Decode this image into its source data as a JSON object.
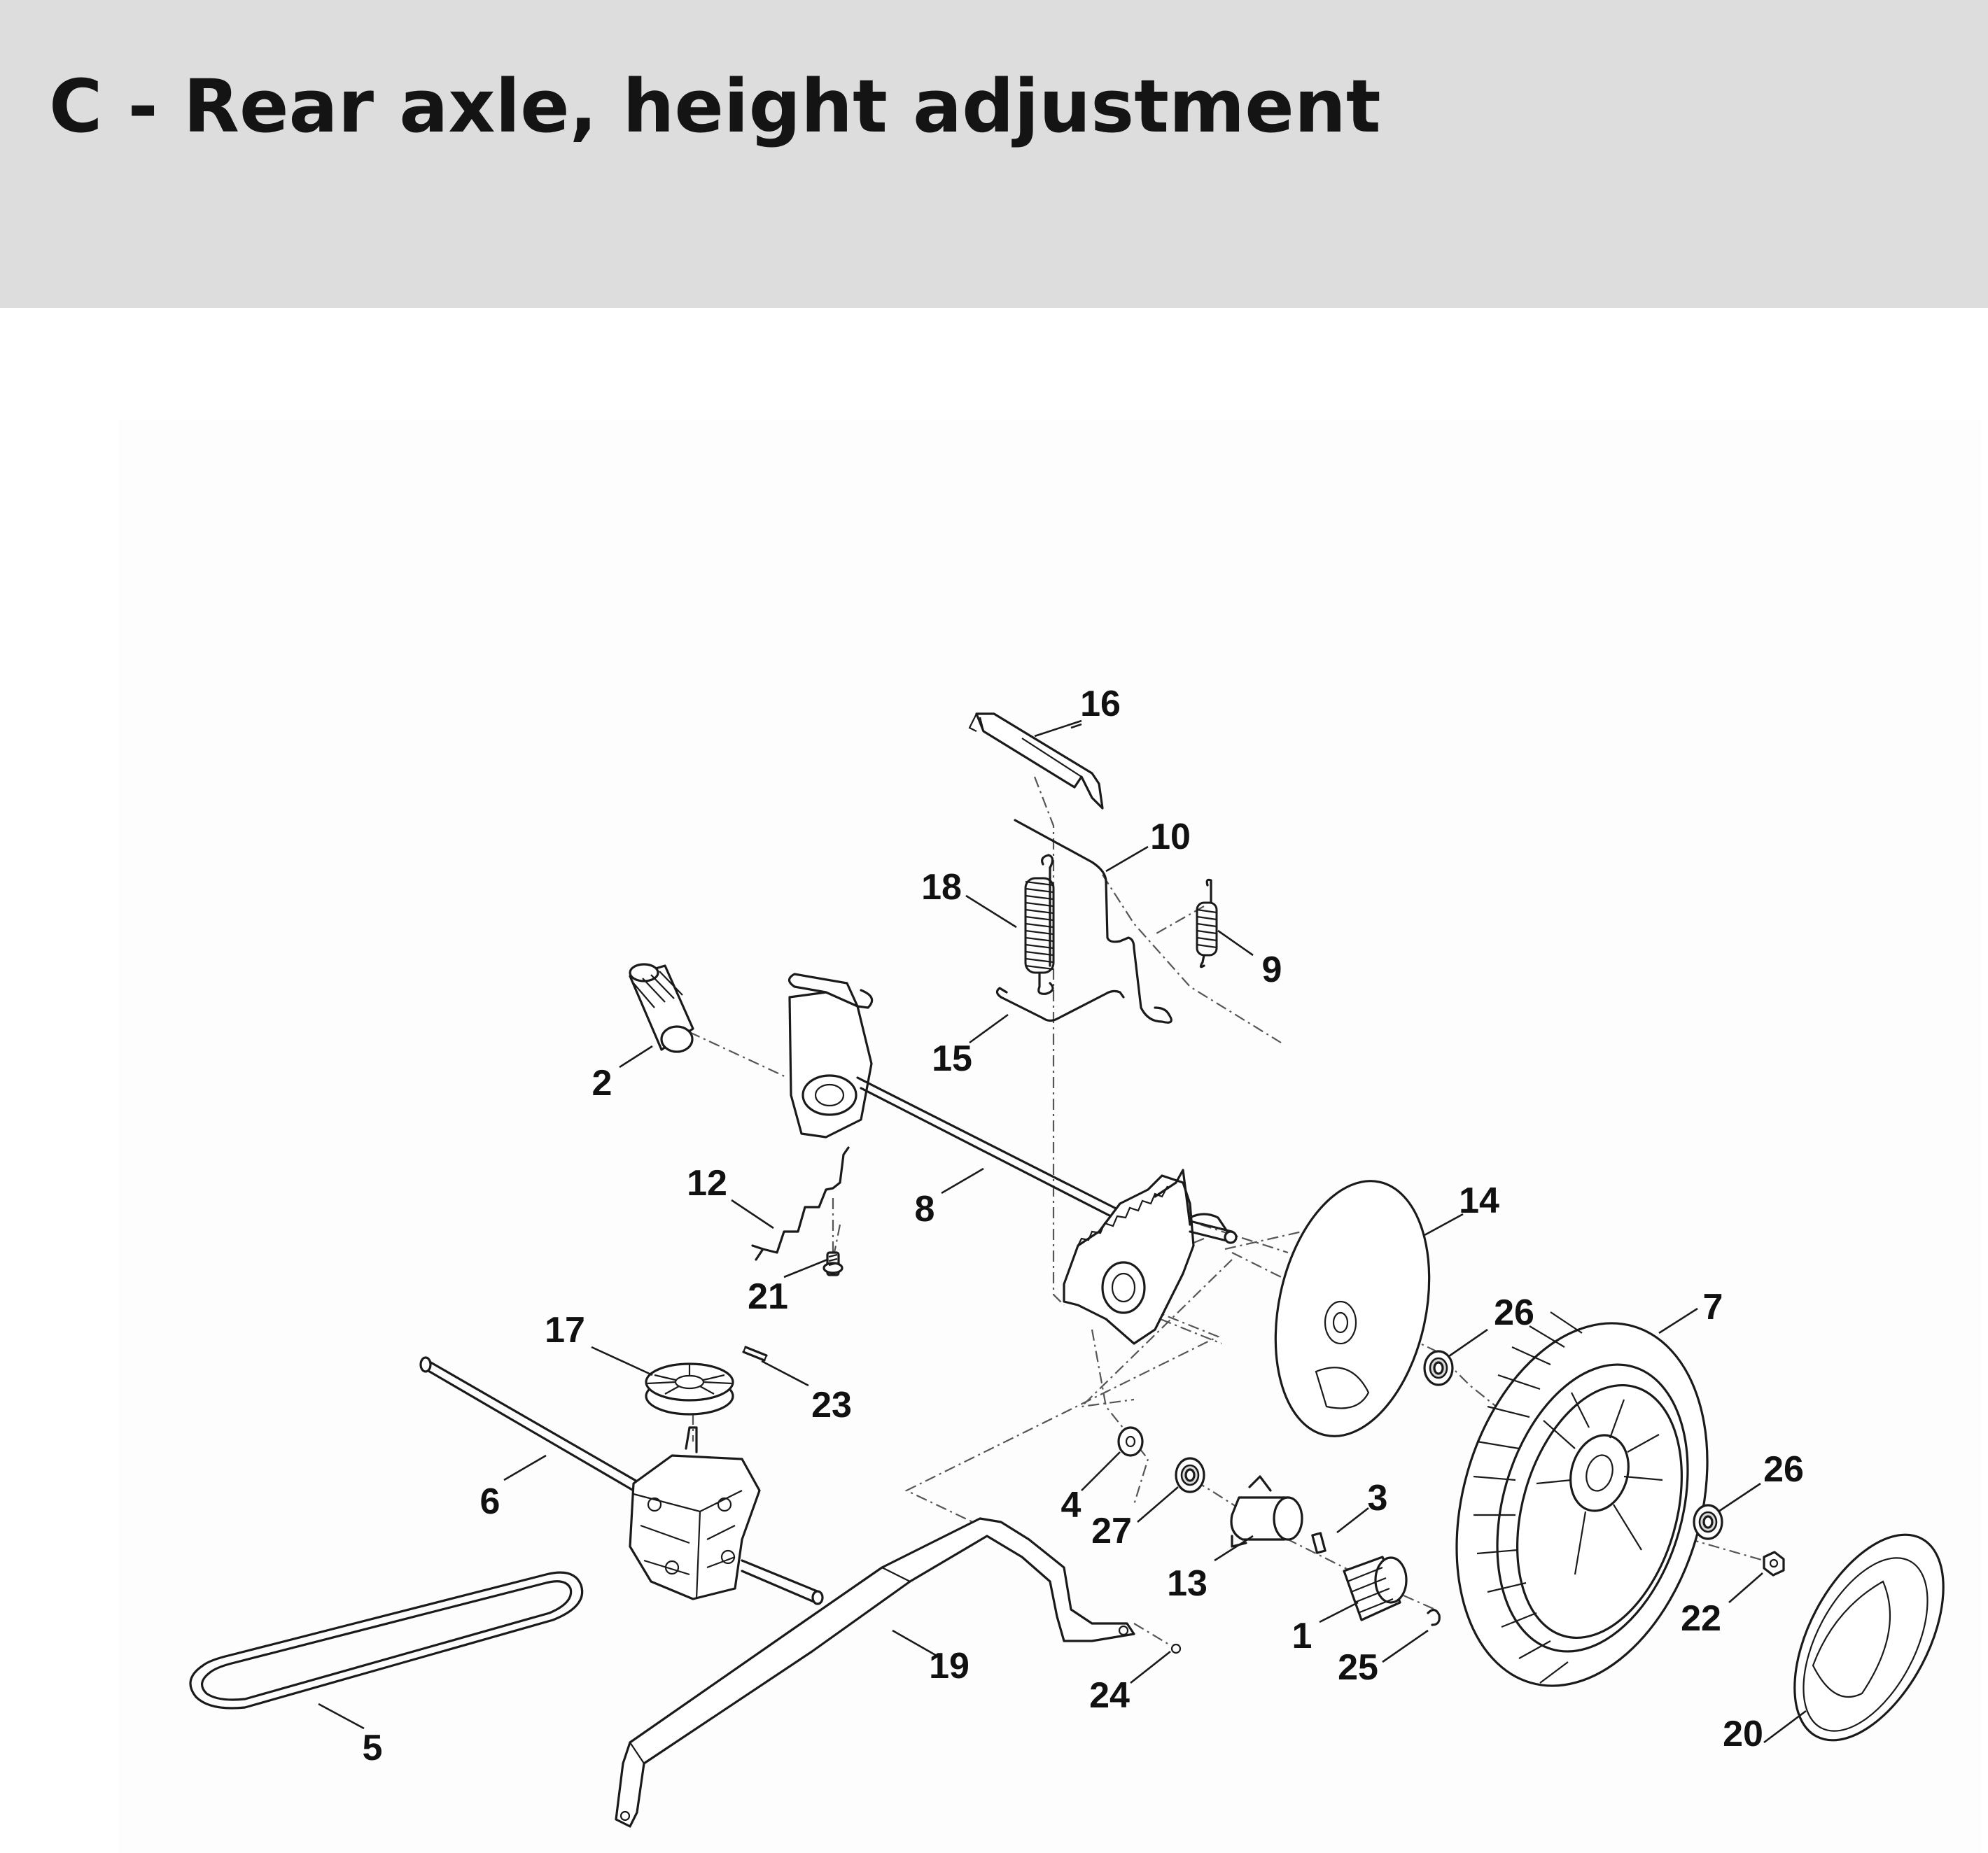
{
  "title": "C - Rear axle, height adjustment",
  "callouts": [
    {
      "id": "c16",
      "label": "16"
    },
    {
      "id": "c10",
      "label": "10"
    },
    {
      "id": "c18",
      "label": "18"
    },
    {
      "id": "c9",
      "label": "9"
    },
    {
      "id": "c15",
      "label": "15"
    },
    {
      "id": "c2",
      "label": "2"
    },
    {
      "id": "c12",
      "label": "12"
    },
    {
      "id": "c8",
      "label": "8"
    },
    {
      "id": "c21",
      "label": "21"
    },
    {
      "id": "c14",
      "label": "14"
    },
    {
      "id": "c17",
      "label": "17"
    },
    {
      "id": "c23",
      "label": "23"
    },
    {
      "id": "c26a",
      "label": "26"
    },
    {
      "id": "c7",
      "label": "7"
    },
    {
      "id": "c6",
      "label": "6"
    },
    {
      "id": "c4",
      "label": "4"
    },
    {
      "id": "c27",
      "label": "27"
    },
    {
      "id": "c3",
      "label": "3"
    },
    {
      "id": "c26b",
      "label": "26"
    },
    {
      "id": "c13",
      "label": "13"
    },
    {
      "id": "c22",
      "label": "22"
    },
    {
      "id": "c1",
      "label": "1"
    },
    {
      "id": "c19",
      "label": "19"
    },
    {
      "id": "c25",
      "label": "25"
    },
    {
      "id": "c5",
      "label": "5"
    },
    {
      "id": "c24",
      "label": "24"
    },
    {
      "id": "c20",
      "label": "20"
    }
  ]
}
